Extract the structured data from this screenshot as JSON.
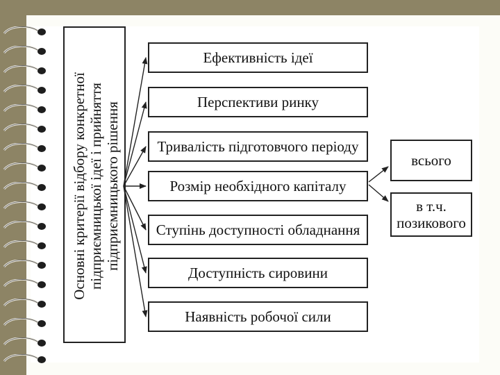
{
  "diagram": {
    "title": "Основні критерії відбору конкретної\nпідприємницької ідеї і прийняття\nпідприємницького рішення",
    "criteria": [
      {
        "label": "Ефективність ідеї"
      },
      {
        "label": "Перспективи ринку"
      },
      {
        "label": "Тривалість підготовчого періоду"
      },
      {
        "label": "Розмір необхідного капіталу"
      },
      {
        "label": "Ступінь доступності обладнання"
      },
      {
        "label": "Доступність сировини"
      },
      {
        "label": "Наявність робочої сили"
      }
    ],
    "capital_breakdown": [
      {
        "label": "всього"
      },
      {
        "label": "в т.ч.\nпозикового"
      }
    ]
  },
  "colors": {
    "background": "#8d8465",
    "paper": "#ffffff",
    "stroke": "#222222"
  }
}
